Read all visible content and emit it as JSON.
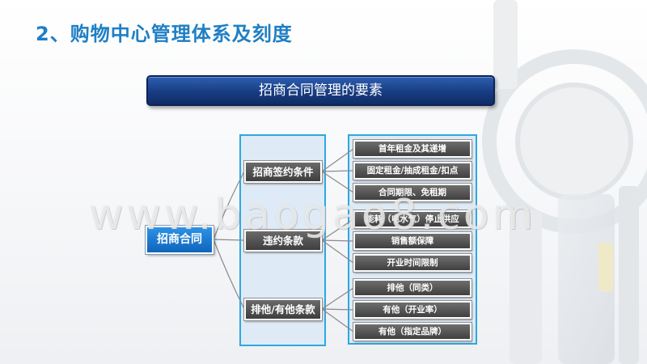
{
  "slide_title": "2、购物中心管理体系及刻度",
  "banner": "招商合同管理的要素",
  "root": "招商合同",
  "categories": [
    {
      "label": "招商签约条件",
      "items": [
        "首年租金及其递增",
        "固定租金/抽成租金/扣点",
        "合同期限、免租期"
      ]
    },
    {
      "label": "违约条款",
      "items": [
        "能耗（电水气）停止供应",
        "销售额保障",
        "开业时间限制"
      ]
    },
    {
      "label": "排他/有他条款",
      "items": [
        "排他（同类）",
        "有他（开业率）",
        "有他（指定品牌）"
      ]
    }
  ],
  "watermark": "www.baogao8.com",
  "colors": {
    "title": "#1f7fc4",
    "banner": "#1a3f86",
    "root": "#1470c8",
    "node": "#4a4a4a",
    "panel": "#deebf7",
    "panel_border": "#2fa7e0"
  }
}
